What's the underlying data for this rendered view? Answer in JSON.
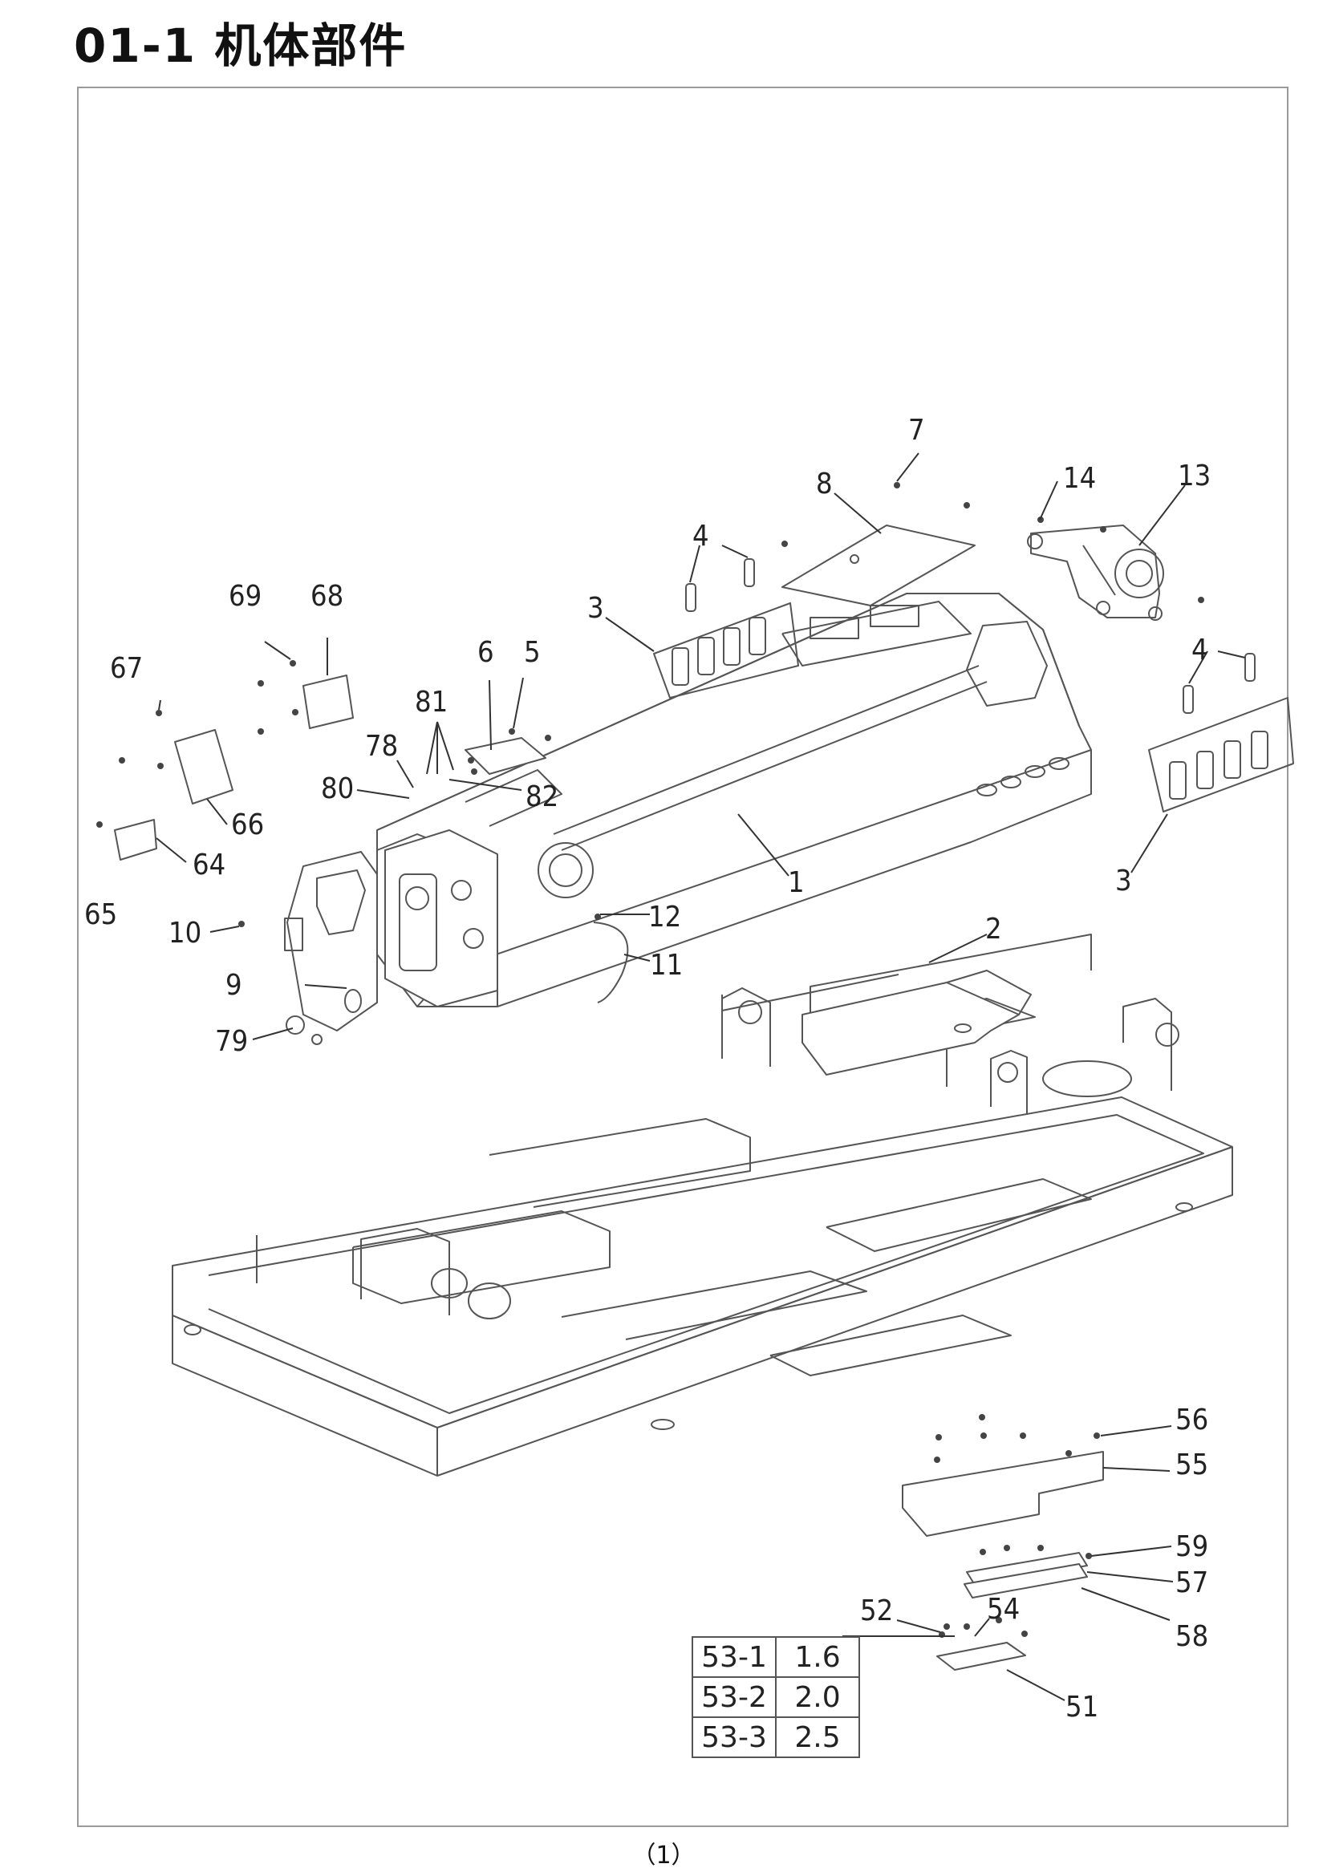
{
  "page": {
    "title": "01-1 机体部件",
    "page_number": "（1）"
  },
  "callouts": [
    {
      "id": "c1",
      "label": "1"
    },
    {
      "id": "c2",
      "label": "2"
    },
    {
      "id": "c3a",
      "label": "3"
    },
    {
      "id": "c3b",
      "label": "3"
    },
    {
      "id": "c4a",
      "label": "4"
    },
    {
      "id": "c4b",
      "label": "4"
    },
    {
      "id": "c5",
      "label": "5"
    },
    {
      "id": "c6",
      "label": "6"
    },
    {
      "id": "c7",
      "label": "7"
    },
    {
      "id": "c8",
      "label": "8"
    },
    {
      "id": "c9",
      "label": "9"
    },
    {
      "id": "c10",
      "label": "10"
    },
    {
      "id": "c11",
      "label": "11"
    },
    {
      "id": "c12",
      "label": "12"
    },
    {
      "id": "c13",
      "label": "13"
    },
    {
      "id": "c14",
      "label": "14"
    },
    {
      "id": "c51",
      "label": "51"
    },
    {
      "id": "c52",
      "label": "52"
    },
    {
      "id": "c54",
      "label": "54"
    },
    {
      "id": "c55",
      "label": "55"
    },
    {
      "id": "c56",
      "label": "56"
    },
    {
      "id": "c57",
      "label": "57"
    },
    {
      "id": "c58",
      "label": "58"
    },
    {
      "id": "c59",
      "label": "59"
    },
    {
      "id": "c64",
      "label": "64"
    },
    {
      "id": "c65",
      "label": "65"
    },
    {
      "id": "c66",
      "label": "66"
    },
    {
      "id": "c67",
      "label": "67"
    },
    {
      "id": "c68",
      "label": "68"
    },
    {
      "id": "c69",
      "label": "69"
    },
    {
      "id": "c78",
      "label": "78"
    },
    {
      "id": "c79",
      "label": "79"
    },
    {
      "id": "c80",
      "label": "80"
    },
    {
      "id": "c81",
      "label": "81"
    },
    {
      "id": "c82",
      "label": "82"
    }
  ],
  "spec_table": [
    {
      "part": "53-1",
      "value": "1.6"
    },
    {
      "part": "53-2",
      "value": "2.0"
    },
    {
      "part": "53-3",
      "value": "2.5"
    }
  ]
}
